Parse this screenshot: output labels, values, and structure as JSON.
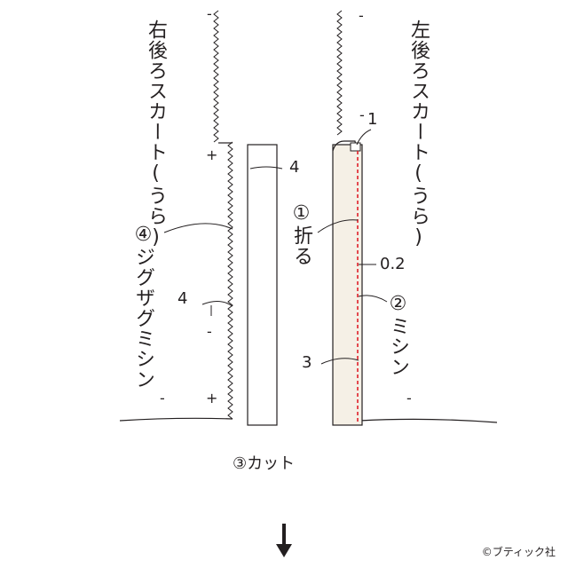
{
  "left_panel": {
    "title": "右後ろスカート(うら)",
    "finish": "④ジグザグミシン",
    "dim_4": "4"
  },
  "center_strip": {
    "dim_4": "4",
    "cut": "③カット"
  },
  "right_panel": {
    "title": "左後ろスカート(うら)",
    "fold": "①折る",
    "dim_1": "1",
    "dim_02": "0.2",
    "stitch": "②ミシン",
    "dim_3": "3"
  },
  "marks": {
    "plus": "+",
    "minus": "-"
  },
  "copyright": "©ブティック社",
  "colors": {
    "ink": "#231f20",
    "panel_fill": "#f5f0e6",
    "stitch": "#e0202a"
  },
  "icons": {
    "next_step": "arrow-down-icon"
  }
}
